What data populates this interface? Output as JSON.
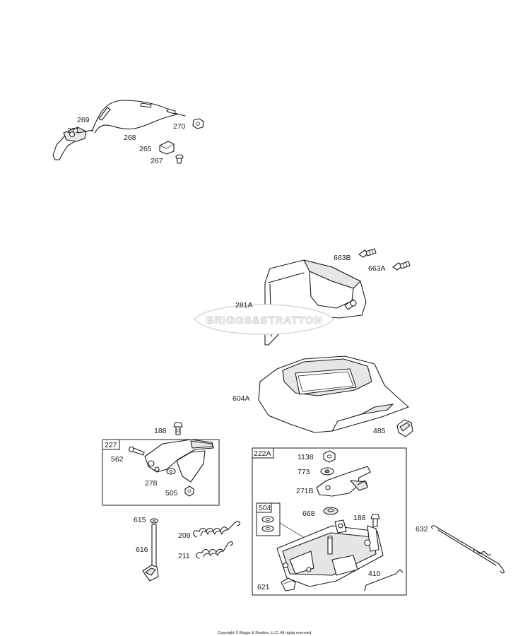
{
  "callouts": {
    "c271": "271",
    "c269": "269",
    "c268": "268",
    "c270": "270",
    "c265": "265",
    "c267": "267",
    "c663b": "663B",
    "c663a": "663A",
    "c281a": "281A",
    "c604a": "604A",
    "c485": "485",
    "c188a": "188",
    "c562": "562",
    "c278": "278",
    "c505": "505",
    "c1138": "1138",
    "c773": "773",
    "c271b": "271B",
    "c668": "668",
    "c188b": "188",
    "c615": "615",
    "c616": "616",
    "c209": "209",
    "c211": "211",
    "c632": "632",
    "c410": "410",
    "c621": "621"
  },
  "boxes": {
    "b227": "227",
    "b222a": "222A",
    "b504": "504"
  },
  "footer": {
    "copyright": "Copyright © Briggs & Stratton, LLC. All rights reserved."
  }
}
